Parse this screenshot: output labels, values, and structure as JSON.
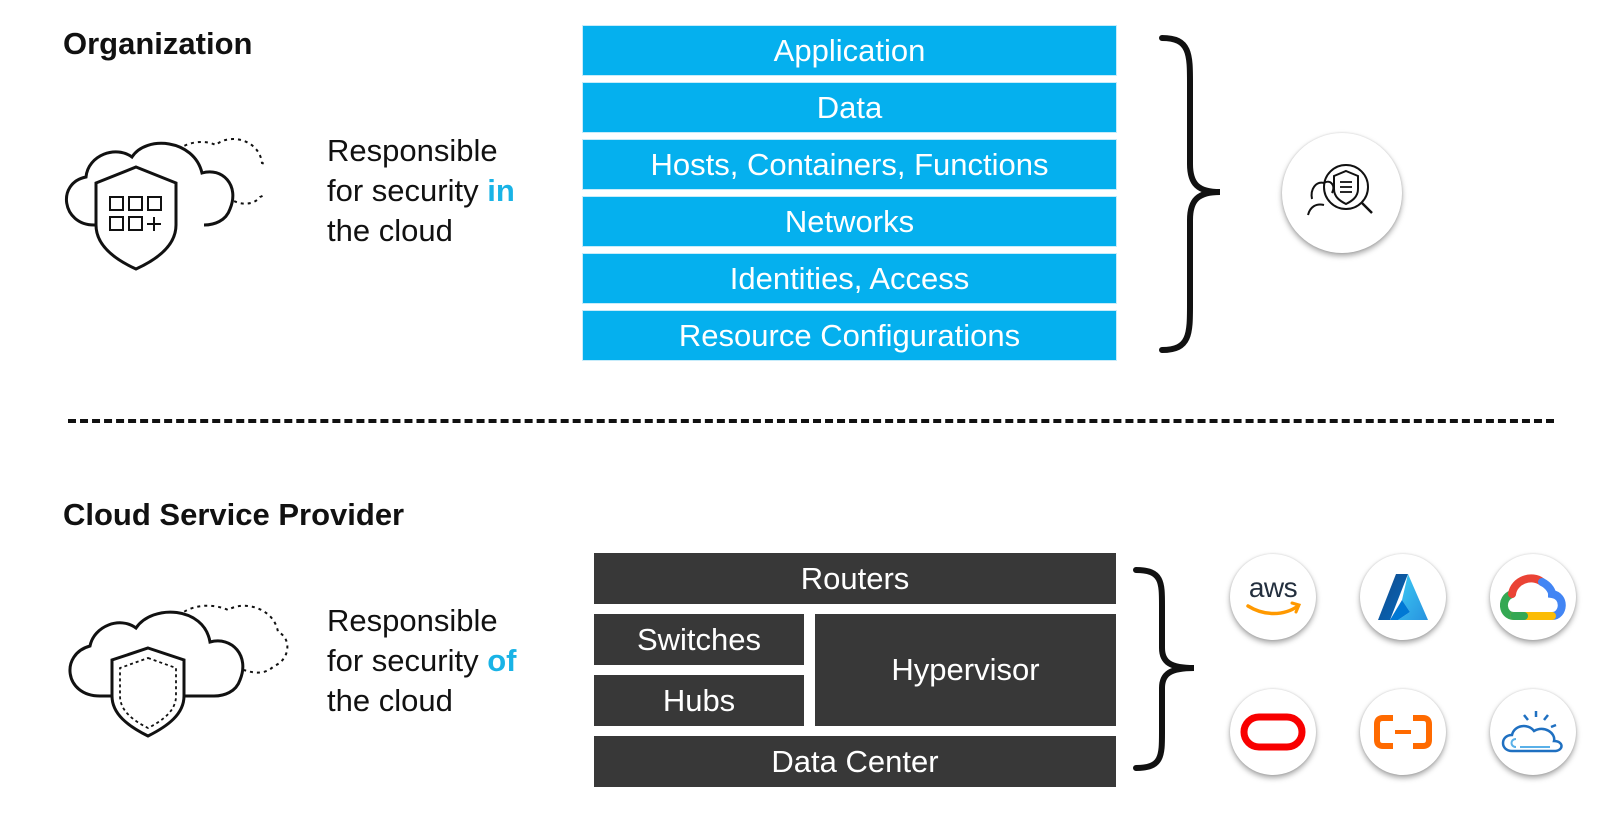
{
  "organization": {
    "heading": "Organization",
    "resp_line1": "Responsible",
    "resp_line2_prefix": "for security ",
    "resp_accent": "in",
    "resp_line3": "the cloud",
    "layers": [
      "Application",
      "Data",
      "Hosts, Containers, Functions",
      "Networks",
      "Identities, Access",
      "Resource Configurations"
    ]
  },
  "provider": {
    "heading": "Cloud Service Provider",
    "resp_line1": "Responsible",
    "resp_line2_prefix": "for security ",
    "resp_accent": "of",
    "resp_line3": "the cloud",
    "routers": "Routers",
    "switches": "Switches",
    "hubs": "Hubs",
    "hypervisor": "Hypervisor",
    "datacenter": "Data Center",
    "aws_logo_text": "aws"
  },
  "icons": {
    "org": "cloud-shield-apps-icon",
    "provider": "cloud-shield-icon",
    "security_scan": "security-scan-icon",
    "logos": [
      "aws-logo",
      "azure-logo",
      "google-cloud-logo",
      "oracle-logo",
      "alibaba-cloud-logo",
      "ibm-cloud-logo"
    ]
  },
  "colors": {
    "accent": "#19b3e6",
    "layer_blue": "#05b0ee",
    "layer_dark": "#383838"
  }
}
